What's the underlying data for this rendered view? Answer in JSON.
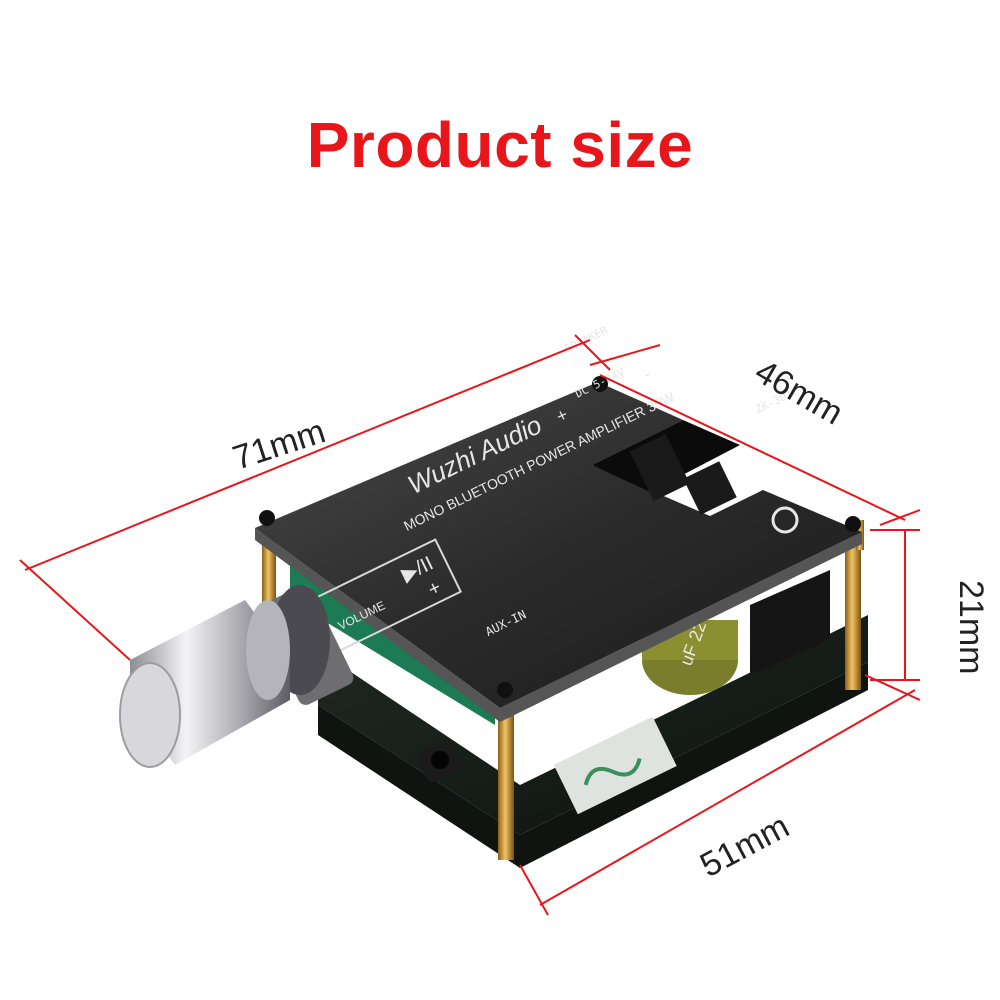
{
  "title": "Product size",
  "dimensions": {
    "length": "71mm",
    "width": "46mm",
    "height": "21mm",
    "depth": "51mm"
  },
  "board": {
    "brand_script": "Wuzhi Audio",
    "product_line": "MONO BLUETOOTH POWER AMPLIFIER 30W",
    "volume_label": "VOLUME",
    "aux_label": "AUX-IN",
    "speaker_label": "SPEAKER",
    "power_label": "DC 5-24V",
    "model_label": "ZK-301",
    "plus": "+",
    "minus": "-",
    "cap_text": "uF 22"
  },
  "colors": {
    "title": "#e8161b",
    "dimension_line": "#e8161b",
    "panel": "#2a2a2a",
    "standoff": "#c8962e",
    "knob": "#c9c9cc"
  }
}
